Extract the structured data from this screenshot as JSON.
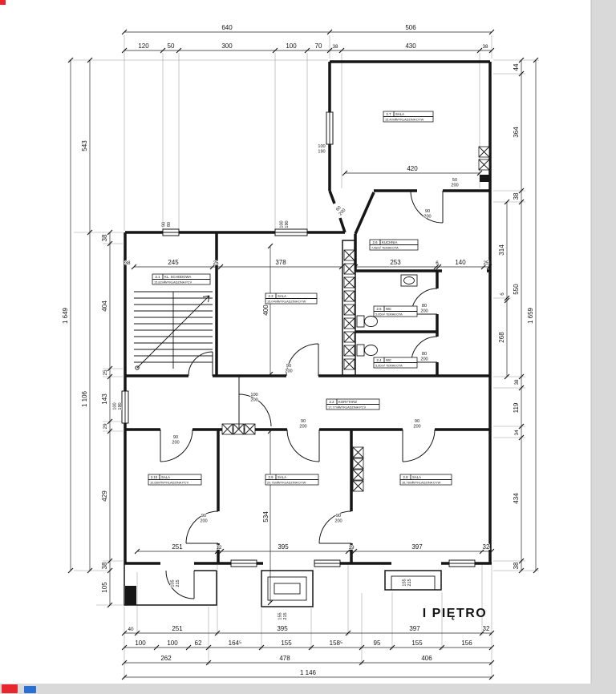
{
  "title": "I PIĘTRO",
  "colors": {
    "line": "#161616",
    "page_edge": "#d9d9d9",
    "taskbar_red": "#e8262d",
    "taskbar_blue": "#2a6fd4"
  },
  "rooms": [
    {
      "id": "2.7",
      "name": "SALA",
      "area": "15,40m²",
      "floor": "WYKŁADZINA DYW"
    },
    {
      "id": "2.6",
      "name": "KUCHNIA",
      "area": "7,58m²",
      "floor": "TERAKOTA"
    },
    {
      "id": "2.1",
      "name": "KL. SCHODOWA",
      "area": "15,82m²",
      "floor": "WYKŁADZINA PCV"
    },
    {
      "id": "2.3",
      "name": "SALA",
      "area": "15,04m²",
      "floor": "WYKŁADZINA DYW"
    },
    {
      "id": "2.5",
      "name": "WC",
      "area": "5,65m²",
      "floor": "TERAKOTA"
    },
    {
      "id": "2.4",
      "name": "WC",
      "area": "5,60m²",
      "floor": "TERAKOTA"
    },
    {
      "id": "2.2",
      "name": "KORYTARZ",
      "area": "17,77m²",
      "floor": "WYKŁADZINA PCV"
    },
    {
      "id": "2.10",
      "name": "SALA",
      "area": "10,68m²",
      "floor": "WYKŁADZINA PCV"
    },
    {
      "id": "2.9",
      "name": "SALA",
      "area": "20,76m²",
      "floor": "WYKŁADZINA DYW"
    },
    {
      "id": "2.8",
      "name": "SALA",
      "area": "16,78m²",
      "floor": "WYKŁADZINA DYW"
    }
  ],
  "dims": {
    "top_row1": [
      "640",
      "506"
    ],
    "top_row2": [
      "120",
      "50",
      "300",
      "100",
      "70",
      "38",
      "430",
      "38"
    ],
    "left_total": "1 649",
    "left_mid": [
      "543",
      "1 106"
    ],
    "left_inner": [
      "38",
      "404",
      "25",
      "143",
      "29",
      "429",
      "38",
      "105"
    ],
    "right_inner": [
      "314",
      "6",
      "268"
    ],
    "right_outer": [
      "44",
      "364",
      "38",
      "550",
      "38",
      "119",
      "34",
      "434",
      "38"
    ],
    "right_total": "1 659",
    "bottom_row1": [
      "251",
      "12",
      "395",
      "19",
      "397",
      "32"
    ],
    "bottom_row2": [
      "40",
      "251",
      "395",
      "397",
      "32"
    ],
    "bottom_row3": [
      "100",
      "100",
      "62",
      "164⁵",
      "155",
      "158⁵",
      "95",
      "155",
      "156"
    ],
    "bottom_row4": [
      "262",
      "478",
      "406"
    ],
    "bottom_total": "1 146",
    "interior": [
      "38",
      "245",
      "25",
      "378",
      "253",
      "6",
      "140",
      "25",
      "420",
      "400",
      "534"
    ],
    "openings": [
      {
        "w": "100",
        "h": "190"
      },
      {
        "w": "50",
        "h": "200"
      },
      {
        "w": "90",
        "h": "200"
      },
      {
        "w": "60",
        "h": "200"
      },
      {
        "w": "90",
        "h": "80"
      },
      {
        "w": "100",
        "h": "190"
      },
      {
        "w": "100",
        "h": "190"
      },
      {
        "w": "100",
        "h": "200"
      },
      {
        "w": "90",
        "h": "200"
      },
      {
        "w": "90",
        "h": "200"
      },
      {
        "w": "90",
        "h": "200"
      },
      {
        "w": "90",
        "h": "200"
      },
      {
        "w": "90",
        "h": "200"
      },
      {
        "w": "90",
        "h": "200"
      },
      {
        "w": "80",
        "h": "200"
      },
      {
        "w": "80",
        "h": "200"
      },
      {
        "w": "105",
        "h": "215"
      },
      {
        "w": "155",
        "h": "215"
      },
      {
        "w": "155",
        "h": "215"
      }
    ]
  }
}
